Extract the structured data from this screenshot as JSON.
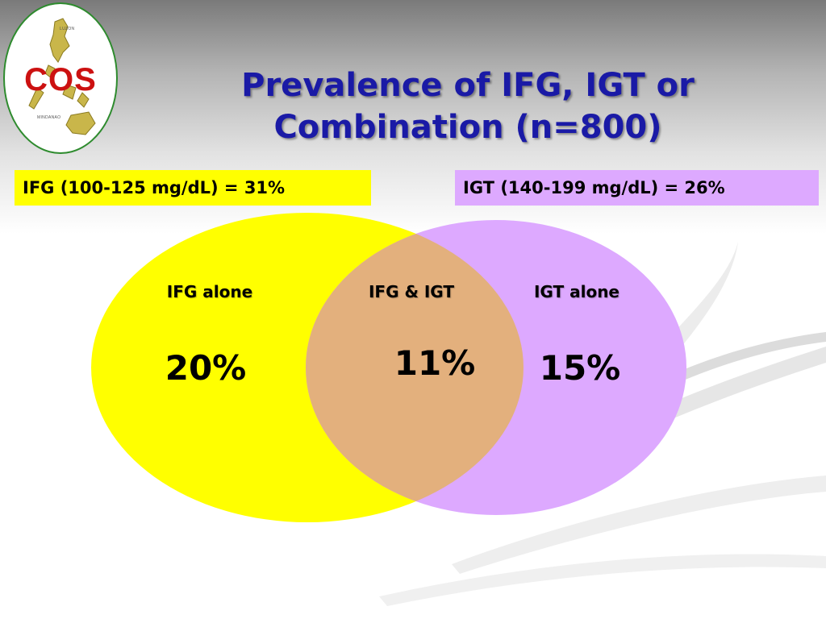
{
  "logo": {
    "text": "COS",
    "map_labels": [
      "LUZON",
      "MINDANAO"
    ]
  },
  "title": {
    "line1": "Prevalence of IFG, IGT or",
    "line2": "Combination (n=800)"
  },
  "legend_boxes": {
    "ifg": "IFG (100-125 mg/dL) = 31%",
    "igt": "IGT (140-199 mg/dL) = 26%"
  },
  "venn": {
    "left": {
      "label": "IFG alone",
      "value": "20%"
    },
    "middle": {
      "label": "IFG & IGT",
      "value": "11%"
    },
    "right": {
      "label": "IGT alone",
      "value": "15%"
    }
  },
  "colors": {
    "ifg": "#ffff00",
    "igt": "#dda9ff",
    "overlap": "#e3b07d",
    "title": "#1a1aa6",
    "logo_text": "#cc1111",
    "logo_border": "#2e8b2e"
  }
}
